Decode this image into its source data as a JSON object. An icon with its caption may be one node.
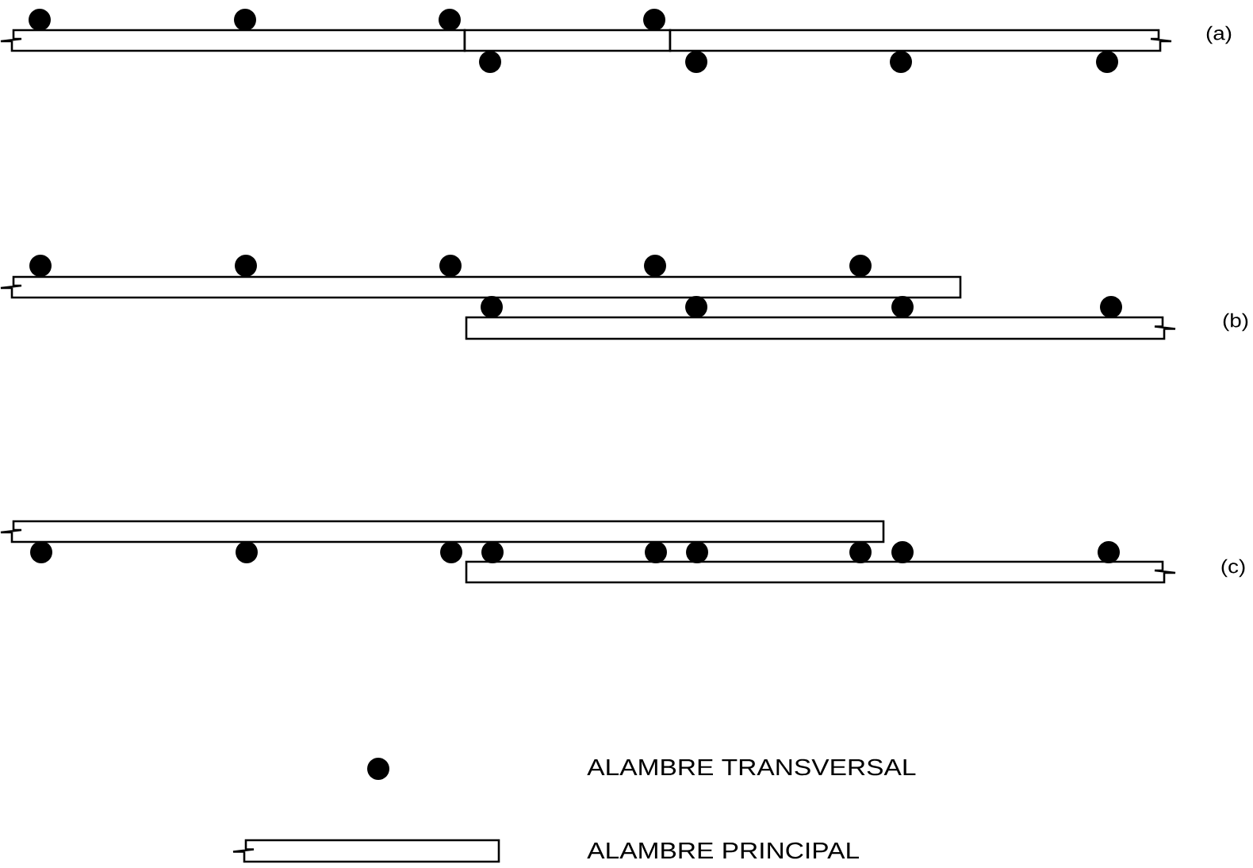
{
  "diagram": {
    "labels": [
      "(a)",
      "(b)",
      "(c)"
    ],
    "legend": [
      {
        "text": "ALAMBRE TRANSVERSAL"
      },
      {
        "text": "ALAMBRE PRINCIPAL"
      }
    ]
  }
}
